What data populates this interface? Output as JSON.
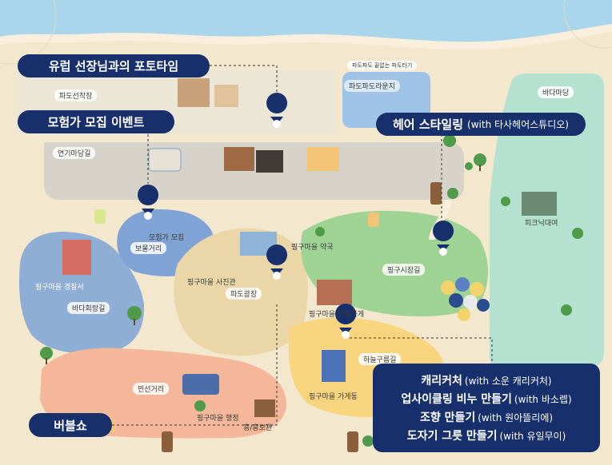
{
  "event_labels": {
    "portrait": "유럽 선장님과의 포토타임",
    "adventurer": "모험가 모집 이벤트",
    "hair": "헤어 스타일링",
    "hair_sub": "(with 타사헤어스튜디오)",
    "bubble_show": "버블쇼"
  },
  "workshops": [
    {
      "title": "캐리커처",
      "sub": "(with 소운 캐리커처)"
    },
    {
      "title": "업사이클링 비누 만들기",
      "sub": "(with 바소렙)"
    },
    {
      "title": "조향 만들기",
      "sub": "(with 원아뜰리에)"
    },
    {
      "title": "도자기 그릇 만들기",
      "sub": "(with 유일무이)"
    }
  ],
  "zones": {
    "pado_seonjang": "파도선착장",
    "pado_padeuraunji": "파도파도라운지",
    "yeonmadanggil": "연기마당길",
    "bada_madang": "바다마당",
    "bomulgeori": "보물거리",
    "mohumga_mojip": "모험가 모집",
    "ping_photo": "핑구마을 사진관",
    "pado_gwangjang": "파도광장",
    "ping_yakguk": "핑구마을 약국",
    "ping_gyeongchalseo": "핑구마을 경찰서",
    "badahwangil": "바다회랑길",
    "ping_cheotbeon": "핑구마을 인형가게",
    "pinggu_sijang": "핑구시장길",
    "haneul_gil": "하늘구름길",
    "ping_gugeul": "핑구마을 가게동",
    "minseon_geori": "민선거리",
    "ping_tree": "핑구마을 행정",
    "hyangsu": "흥/흥보관",
    "picnic": "피크닉대여",
    "sign_small": "파도파도 끝없는 파도타기"
  },
  "colors": {
    "navy": "#17306b",
    "sand": "#f3e7cd",
    "sea": "#a9d6ea",
    "green": "#9fd394",
    "mint": "#b5e1d0",
    "blue_zone": "#8faed6",
    "orange_zone": "#f4b79a",
    "yellow_zone": "#f8d57e",
    "gray_zone": "#d7d3cb"
  },
  "icons": [
    "map-pin-icon",
    "trash-bin-icon",
    "tree-icon",
    "bench-icon",
    "balloon-icon",
    "arrow-chevron-icon"
  ]
}
